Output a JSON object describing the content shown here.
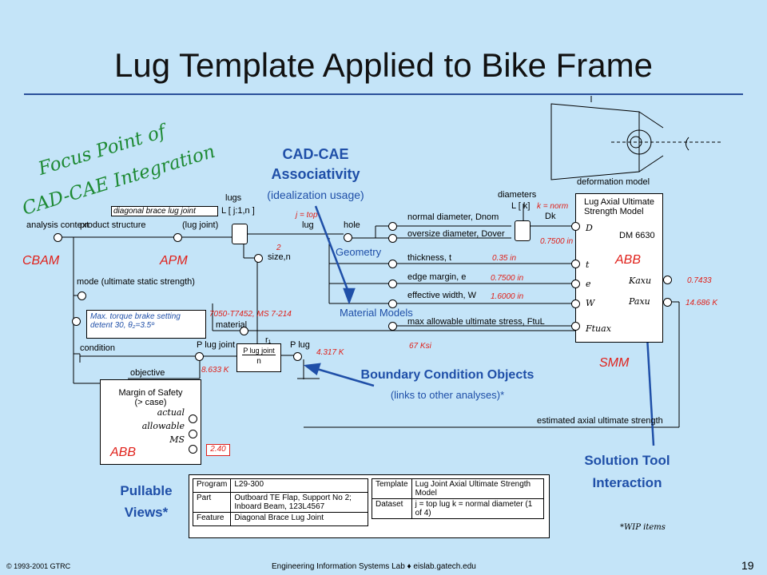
{
  "title": "Lug Template Applied to Bike Frame",
  "focus": {
    "line1": "Focus Point of",
    "line2": "CAD-CAE Integration"
  },
  "associativity": {
    "line1": "CAD-CAE",
    "line2": "Associativity",
    "sub": "(idealization usage)"
  },
  "deformation_model": "deformation model",
  "labels": {
    "analysis_context": "analysis context",
    "product_structure": "product structure",
    "lug_joint": "(lug joint)",
    "diag_joint": "diagonal brace lug joint",
    "lugs": "lugs",
    "lugs_index": "L [ j:1,n ]",
    "j_top": "j = top",
    "lug": "lug",
    "hole": "hole",
    "size_n": "size,n",
    "mode": "mode (ultimate static strength)",
    "torque_line1": "Max. torque brake setting",
    "torque_line2": "detent 30, θ₂=3.5º",
    "material_spec": "7050-T7452, MS 7-214",
    "material": "material",
    "condition": "condition",
    "objective": "objective",
    "r1": "r₁",
    "p_lug_joint": "P lug joint",
    "p_lug": "P lug",
    "over_n": "n",
    "val_8633": "8.633 K",
    "val_4317": "4.317 K",
    "two": "2",
    "diameters": "diameters",
    "diam_index": "L [ k]",
    "k_norm": "k = norm",
    "d_k": "Dk",
    "normal_diameter": "normal diameter, Dnom",
    "oversize_diameter": "oversize diameter, Dover",
    "thickness": "thickness, t",
    "edge_margin": "edge margin, e",
    "effective_width": "effective width, W",
    "max_stress": "max allowable ultimate stress, FtuL",
    "geometry": "Geometry",
    "material_models": "Material Models",
    "val_7500a": "0.7500 in",
    "val_035": "0.35 in",
    "val_7500b": "0.7500 in",
    "val_16": "1.6000 in",
    "val_67": "67 Ksi",
    "model_title1": "Lug Axial Ultimate",
    "model_title2": "Strength Model",
    "dm": "DM 6630",
    "var_D": "D",
    "var_t": "t",
    "var_e": "e",
    "var_W": "W",
    "var_F": "Ftuax",
    "var_K": "Kaxu",
    "var_P": "Paxu",
    "val_7433": "0.7433",
    "val_14686": "14.686 K",
    "margin_title1": "Margin of Safety",
    "margin_title2": "(> case)",
    "actual": "actual",
    "allowable": "allowable",
    "ms": "MS",
    "val_240": "2.40",
    "estimated": "estimated axial ultimate strength"
  },
  "domains": {
    "cbam": "CBAM",
    "apm": "APM",
    "abb1": "ABB",
    "abb2": "ABB",
    "smm": "SMM"
  },
  "bco": {
    "title": "Boundary Condition Objects",
    "sub": "(links to other analyses)*"
  },
  "solution": {
    "line1": "Solution Tool",
    "line2": "Interaction"
  },
  "pullable": {
    "line1": "Pullable",
    "line2": "Views*"
  },
  "table": {
    "left": [
      {
        "k": "Program",
        "v": "L29-300"
      },
      {
        "k": "Part",
        "v": "Outboard TE Flap, Support No 2; Inboard Beam, 123L4567"
      },
      {
        "k": "Feature",
        "v": "Diagonal Brace Lug Joint"
      }
    ],
    "right": [
      {
        "k": "Template",
        "v": "Lug Joint Axial Ultimate Strength Model"
      },
      {
        "k": "Dataset",
        "v": "j = top lug  k = normal diameter     (1 of 4)"
      }
    ]
  },
  "wip": "*WIP items",
  "footer": {
    "copyright": "© 1993-2001  GTRC",
    "lab": "Engineering Information Systems Lab ♦ eislab.gatech.edu",
    "page": "19"
  },
  "colors": {
    "background": "#c4e4f8",
    "title_blue": "#1f4fa8",
    "red": "#e0201a",
    "green": "#1e8a34"
  }
}
